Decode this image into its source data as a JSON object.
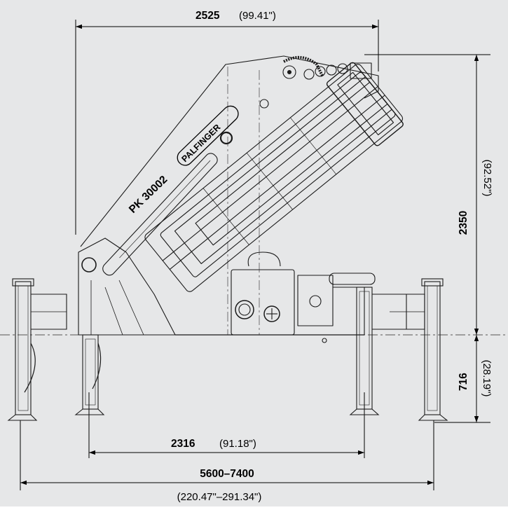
{
  "colors": {
    "background": "#e6e7e8",
    "line": "#1a1a1a",
    "centerline": "#555555"
  },
  "dimensions": {
    "top_width": {
      "mm": "2525",
      "inch": "(99.41\")"
    },
    "height": {
      "mm": "2350",
      "inch": "(92.52\")"
    },
    "low_height": {
      "mm": "716",
      "inch": "(28.19\")"
    },
    "inner_span": {
      "mm": "2316",
      "inch": "(91.18\")"
    },
    "outer_span": {
      "mm": "5600–7400",
      "inch": "(220.47\"–291.34\")"
    }
  },
  "crane": {
    "model": "PK 30002",
    "brand": "PALFINGER"
  },
  "icons": [
    "crane-drawing",
    "outrigger-icon",
    "dimension-arrow-icon"
  ]
}
